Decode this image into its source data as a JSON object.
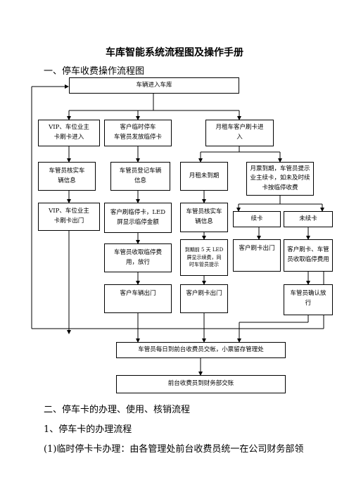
{
  "title": "车库智能系统流程图及操作手册",
  "section1": "一、停车收费操作流程图",
  "flow": {
    "start": "车辆进入车库",
    "col1": [
      "VIP、车位业主\n卡刷卡进入",
      "车管员核实车\n辆信息",
      "VIP、车位业主\n卡刷卡出门"
    ],
    "col2": [
      "客户临时停车\n车管员发放临停卡",
      "车管员登记车辆\n信息",
      "客户刷临停卡，LED\n屏显示临停金额",
      "车管员收取临停费\n用，放行",
      "客户车辆出门"
    ],
    "monthly_entry": "月租车客户刷卡进\n入",
    "col3": [
      "月租未到期",
      "车管员核实车\n辆信息",
      "到期前 5 天 LED\n屏显示续费，同\n时车管员提示",
      "客户刷卡出门"
    ],
    "expired": "月票到期，车管员提示\n业主续卡，如未及时续\n卡按临停收费",
    "renew": "续卡",
    "renew_exit": "客户刷卡出门",
    "not_renew": "未续卡",
    "not_renew_pay": "客户刷卡、车管\n员收取临停费用",
    "not_renew_release": "车管员确认放\n行",
    "daily_handover": "车管员每日到前台收费员交帐，小票留存管理处",
    "finance_handover": "前台收费员到财务部交账"
  },
  "section2": "二、停车卡的办理、使用、核销流程",
  "subsection1": "1、停车卡的办理流程",
  "paragraph1": "(1)临时停卡卡办理：由各管理处前台收费员统一在公司财务部领"
}
